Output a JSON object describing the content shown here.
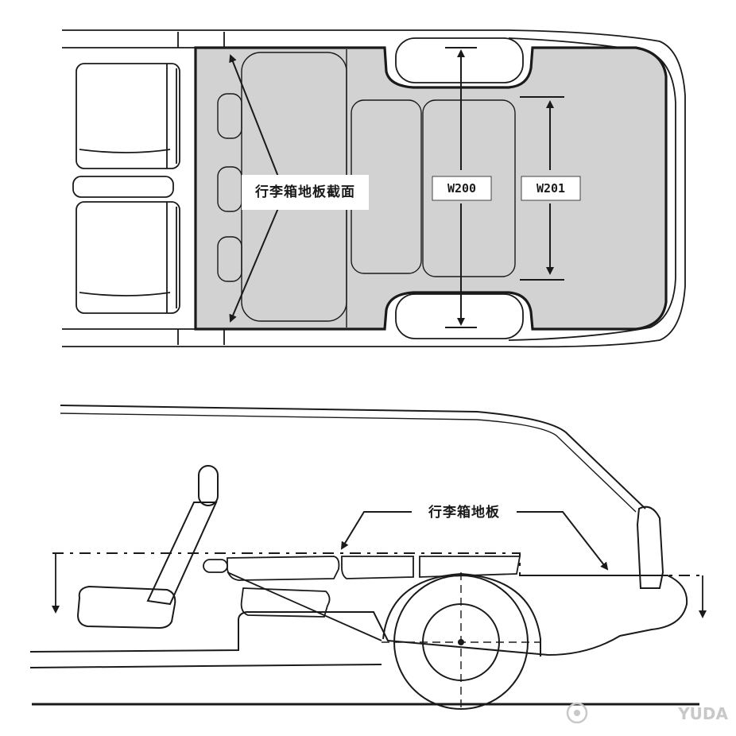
{
  "top_view": {
    "floor_section_label": "行李箱地板截面",
    "dimension_w200": "W200",
    "dimension_w201": "W201"
  },
  "side_view": {
    "floor_label": "行李箱地板"
  },
  "watermark": "YUDA",
  "colors": {
    "floor_fill": "#d2d2d2",
    "outline": "#1a1a1a"
  }
}
